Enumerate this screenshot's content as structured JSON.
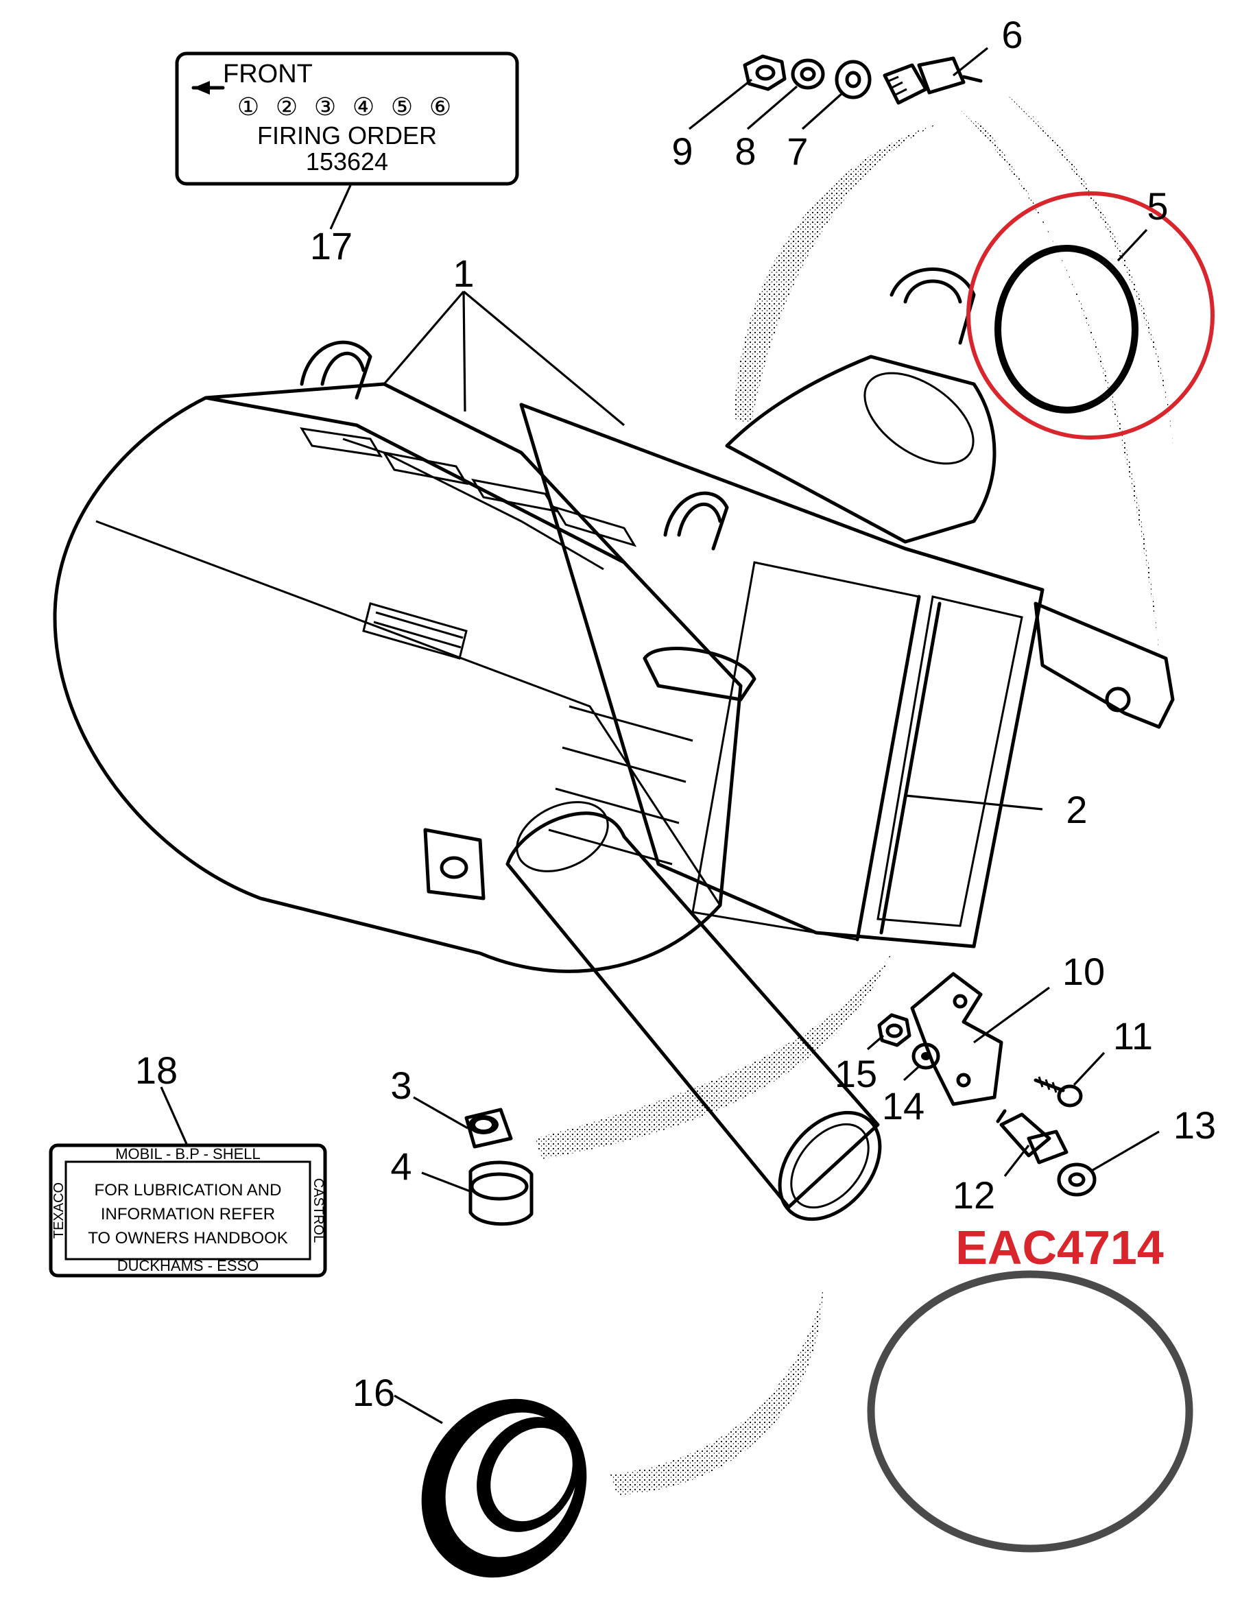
{
  "callouts": {
    "c1": "1",
    "c2": "2",
    "c3": "3",
    "c4": "4",
    "c5": "5",
    "c6": "6",
    "c7": "7",
    "c8": "8",
    "c9": "9",
    "c10": "10",
    "c11": "11",
    "c12": "12",
    "c13": "13",
    "c14": "14",
    "c15": "15",
    "c16": "16",
    "c17": "17",
    "c18": "18"
  },
  "firing_label": {
    "front": "FRONT",
    "cylinders": [
      "①",
      "②",
      "③",
      "④",
      "⑤",
      "⑥"
    ],
    "title": "FIRING ORDER",
    "order": "153624"
  },
  "lube_label": {
    "top": "MOBIL  -  B.P  -  SHELL",
    "left": "TEXACO",
    "right": "CASTROL",
    "lines": [
      "FOR LUBRICATION AND",
      "INFORMATION REFER",
      "TO OWNERS HANDBOOK"
    ],
    "bottom": "DUCKHAMS  -  ESSO"
  },
  "part_reference": "EAC4714",
  "colors": {
    "highlight_circle": "#d9262c",
    "part_reference": "#d9262c",
    "oring_photo": "#4a4a4a",
    "line_art": "#000000"
  }
}
